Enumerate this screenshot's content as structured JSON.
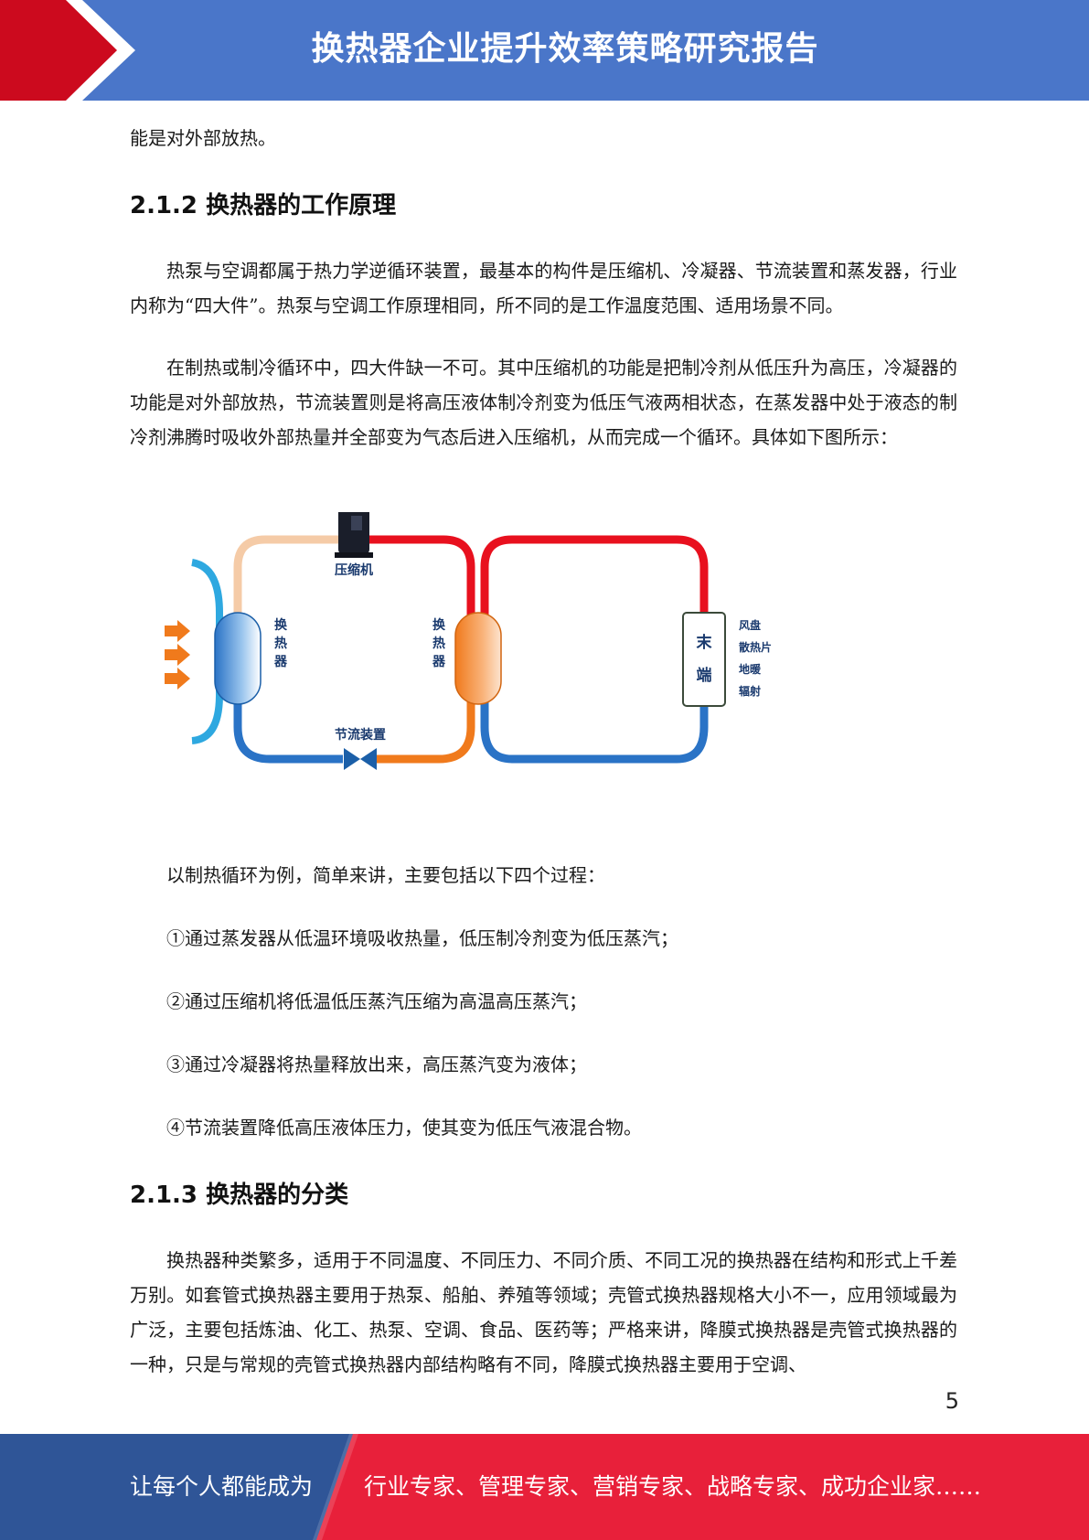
{
  "header": {
    "title": "换热器企业提升效率策略研究报告"
  },
  "body": {
    "p0": "能是对外部放热。",
    "h_212": "2.1.2  换热器的工作原理",
    "p1": "热泵与空调都属于热力学逆循环装置，最基本的构件是压缩机、冷凝器、节流装置和蒸发器，行业内称为“四大件”。热泵与空调工作原理相同，所不同的是工作温度范围、适用场景不同。",
    "p2": "在制热或制冷循环中，四大件缺一不可。其中压缩机的功能是把制冷剂从低压升为高压，冷凝器的功能是对外部放热，节流装置则是将高压液体制冷剂变为低压气液两相状态，在蒸发器中处于液态的制冷剂沸腾时吸收外部热量并全部变为气态后进入压缩机，从而完成一个循环。具体如下图所示：",
    "p3": "以制热循环为例，简单来讲，主要包括以下四个过程：",
    "s1": "①通过蒸发器从低温环境吸收热量，低压制冷剂变为低压蒸汽；",
    "s2": "②通过压缩机将低温低压蒸汽压缩为高温高压蒸汽；",
    "s3": "③通过冷凝器将热量释放出来，高压蒸汽变为液体；",
    "s4": "④节流装置降低高压液体压力，使其变为低压气液混合物。",
    "h_213": "2.1.3  换热器的分类",
    "p4": "换热器种类繁多，适用于不同温度、不同压力、不同介质、不同工况的换热器在结构和形式上千差万别。如套管式换热器主要用于热泵、船舶、养殖等领域；壳管式换热器规格大小不一，应用领域最为广泛，主要包括炼油、化工、热泵、空调、食品、医药等；严格来讲，降膜式换热器是壳管式换热器的一种，只是与常规的壳管式换热器内部结构略有不同，降膜式换热器主要用于空调、"
  },
  "figure": {
    "compressor_label": "压缩机",
    "hx_left_label": [
      "换",
      "热",
      "器"
    ],
    "hx_mid_label": [
      "换",
      "热",
      "器"
    ],
    "throttle_label": "节流装置",
    "terminal_label": [
      "末",
      "端"
    ],
    "terminal_types": [
      "风盘",
      "散热片",
      "地暖",
      "辐射"
    ]
  },
  "page_number": "5",
  "footer": {
    "left": "让每个人都能成为",
    "right": "行业专家、管理专家、营销专家、战略专家、成功企业家……"
  },
  "colors": {
    "header_blue": "#4a76c9",
    "accent_red": "#d8102a",
    "footer_blue": "#2f5597",
    "footer_red": "#e8203a"
  }
}
